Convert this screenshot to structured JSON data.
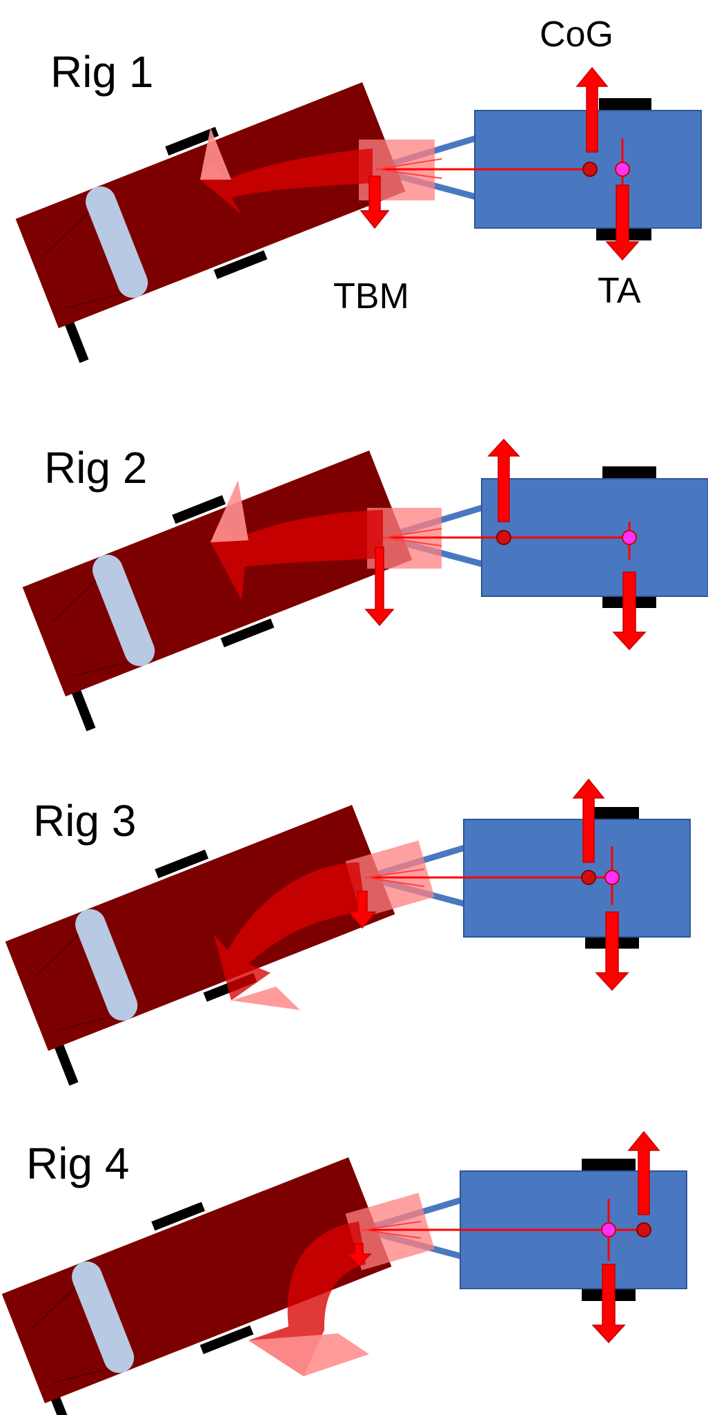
{
  "labels": {
    "cog": "CoG",
    "tbm": "TBM",
    "ta": "TA"
  },
  "rigs": [
    {
      "title": "Rig 1"
    },
    {
      "title": "Rig 2"
    },
    {
      "title": "Rig 3"
    },
    {
      "title": "Rig 4"
    }
  ],
  "colors": {
    "truck_body": "#7d0000",
    "truck_window": "#b8c9e3",
    "trailer": "#4a78c0",
    "trailer_outline": "#2f5597",
    "drawbar": "#4a78c0",
    "force_arrow": "#ff0000",
    "moment_arrow": "#c00000",
    "hitch_box": "#ff8080",
    "tire": "#000000",
    "cog_marker": "#d01010",
    "ta_marker": "#ff33ff"
  },
  "icons": {
    "cog": "center-of-gravity-marker",
    "ta": "trailer-axle-marker",
    "force": "force-arrow",
    "moment": "turning-moment-arrow"
  }
}
